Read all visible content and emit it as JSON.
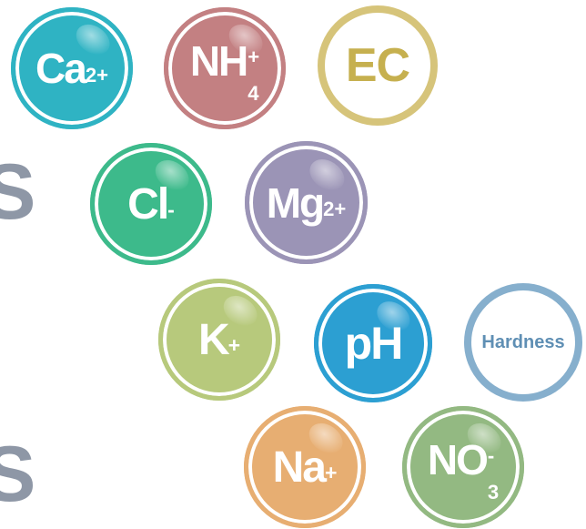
{
  "edge_glyphs": [
    "S",
    "S"
  ],
  "badges": {
    "ca": {
      "main": "Ca",
      "sup": "2+",
      "sub": "",
      "fill": "#2fb3c3",
      "ring": "#2fb3c3"
    },
    "nh4": {
      "main": "NH",
      "sup": "+",
      "sub": "4",
      "fill": "#c38082",
      "ring": "#c38082"
    },
    "ec": {
      "main": "EC",
      "sup": "",
      "sub": "",
      "fill": "#ffffff",
      "ring": "#d6c47a",
      "text": "#c6b04f"
    },
    "cl": {
      "main": "Cl",
      "sup": "-",
      "sub": "",
      "fill": "#3dba8b",
      "ring": "#3dba8b"
    },
    "mg": {
      "main": "Mg",
      "sup": "2+",
      "sub": "",
      "fill": "#9b94b6",
      "ring": "#9b94b6"
    },
    "k": {
      "main": "K",
      "sup": "+",
      "sub": "",
      "fill": "#b7c97c",
      "ring": "#b7c97c"
    },
    "ph": {
      "main": "pH",
      "sup": "",
      "sub": "",
      "fill": "#2c9fd2",
      "ring": "#2c9fd2"
    },
    "hardness": {
      "main": "Hardness",
      "sup": "",
      "sub": "",
      "fill": "#ffffff",
      "ring": "#86afcd",
      "text": "#5f8fb4"
    },
    "na": {
      "main": "Na",
      "sup": "+",
      "sub": "",
      "fill": "#e7ae72",
      "ring": "#e7ae72"
    },
    "no3": {
      "main": "NO",
      "sup": "-",
      "sub": "3",
      "fill": "#93b982",
      "ring": "#93b982"
    }
  }
}
